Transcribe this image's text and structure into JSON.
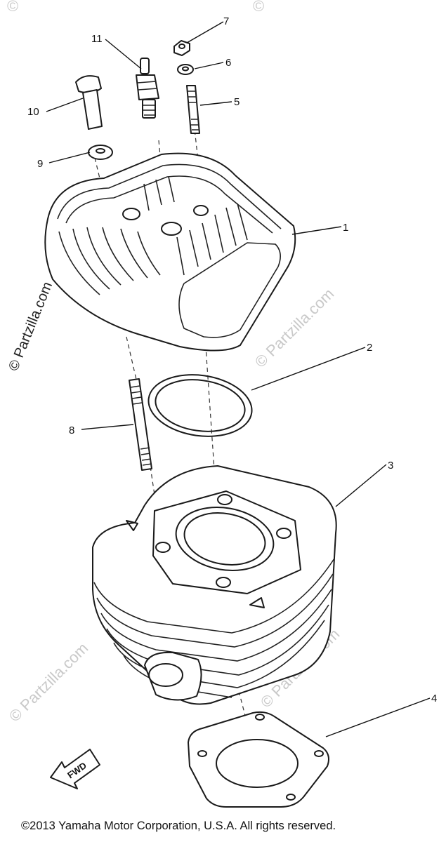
{
  "callouts": [
    {
      "id": "1",
      "label": "1"
    },
    {
      "id": "2",
      "label": "2"
    },
    {
      "id": "3",
      "label": "3"
    },
    {
      "id": "4",
      "label": "4"
    },
    {
      "id": "5",
      "label": "5"
    },
    {
      "id": "6",
      "label": "6"
    },
    {
      "id": "7",
      "label": "7"
    },
    {
      "id": "8",
      "label": "8"
    },
    {
      "id": "9",
      "label": "9"
    },
    {
      "id": "10",
      "label": "10"
    },
    {
      "id": "11",
      "label": "11"
    }
  ],
  "fwd_label": "FWD",
  "watermark": "© Partzilla.com",
  "watermark_symbol": "©",
  "copyright": "©2013 Yamaha Motor Corporation, U.S.A. All rights reserved.",
  "colors": {
    "ink": "#1a1a1a",
    "watermark": "#c9c9c9",
    "background": "#ffffff"
  }
}
